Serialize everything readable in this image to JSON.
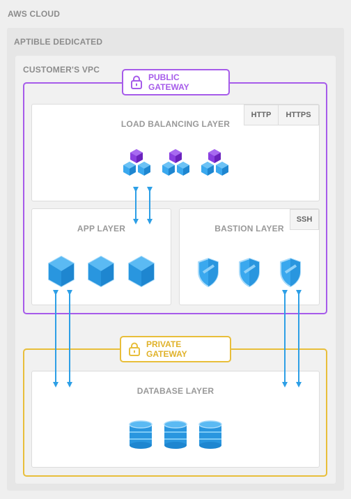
{
  "aws_cloud": {
    "label": "AWS CLOUD"
  },
  "aptible": {
    "label": "APTIBLE DEDICATED"
  },
  "vpc": {
    "label": "CUSTOMER'S VPC"
  },
  "public_gateway": {
    "label": "PUBLIC GATEWAY",
    "color": "#a259e6"
  },
  "private_gateway": {
    "label": "PRIVATE GATEWAY",
    "color": "#e8be3a"
  },
  "load_balancing": {
    "label": "LOAD BALANCING LAYER",
    "tabs": [
      "HTTP",
      "HTTPS"
    ]
  },
  "app_layer": {
    "label": "APP LAYER"
  },
  "bastion_layer": {
    "label": "BASTION LAYER",
    "tab": "SSH"
  },
  "database_layer": {
    "label": "DATABASE LAYER"
  },
  "colors": {
    "accent_blue": "#2d9fe6",
    "purple": "#7b35d1"
  }
}
